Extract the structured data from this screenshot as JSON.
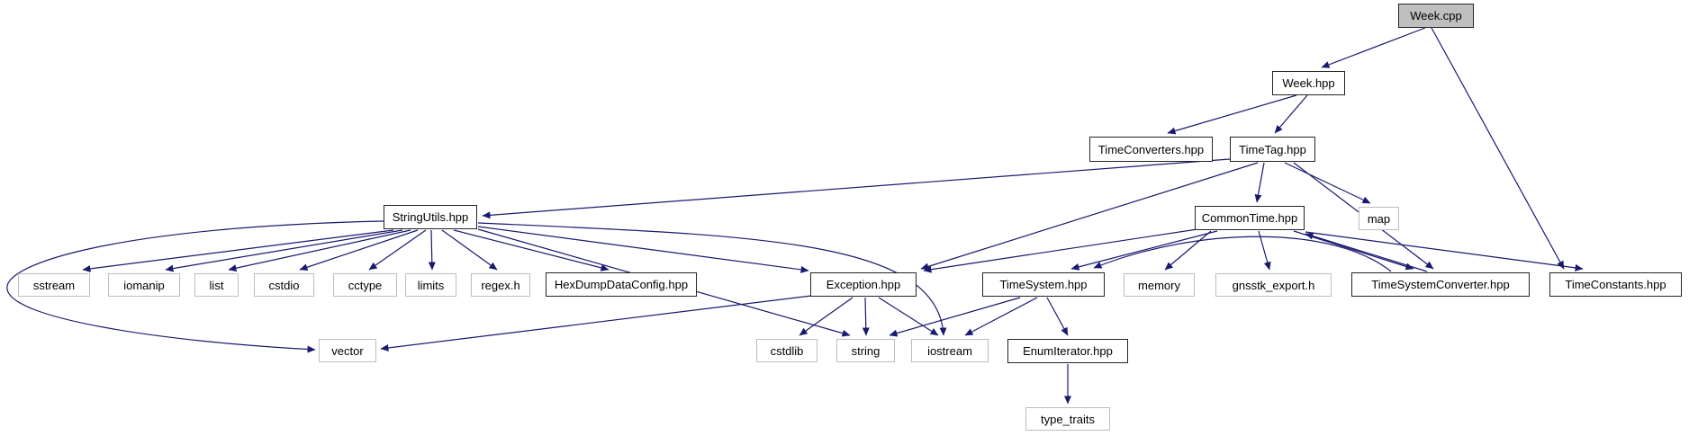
{
  "diagram": {
    "type": "include-dependency-graph",
    "colors": {
      "edge": "#191970",
      "root_fill": "#bfbfbf",
      "internal_border": "#242424",
      "external_border": "#bdbdbd",
      "background": "#ffffff"
    },
    "nodes": [
      {
        "id": "week_cpp",
        "label": "Week.cpp",
        "type": "root"
      },
      {
        "id": "week_hpp",
        "label": "Week.hpp",
        "type": "internal"
      },
      {
        "id": "timeconverters",
        "label": "TimeConverters.hpp",
        "type": "internal"
      },
      {
        "id": "timetag",
        "label": "TimeTag.hpp",
        "type": "internal"
      },
      {
        "id": "stringutils",
        "label": "StringUtils.hpp",
        "type": "internal"
      },
      {
        "id": "commontime",
        "label": "CommonTime.hpp",
        "type": "internal"
      },
      {
        "id": "map",
        "label": "map",
        "type": "external"
      },
      {
        "id": "sstream",
        "label": "sstream",
        "type": "external"
      },
      {
        "id": "iomanip",
        "label": "iomanip",
        "type": "external"
      },
      {
        "id": "list",
        "label": "list",
        "type": "external"
      },
      {
        "id": "cstdio",
        "label": "cstdio",
        "type": "external"
      },
      {
        "id": "cctype",
        "label": "cctype",
        "type": "external"
      },
      {
        "id": "limits",
        "label": "limits",
        "type": "external"
      },
      {
        "id": "regex_h",
        "label": "regex.h",
        "type": "external"
      },
      {
        "id": "hexdump",
        "label": "HexDumpDataConfig.hpp",
        "type": "internal"
      },
      {
        "id": "exception",
        "label": "Exception.hpp",
        "type": "internal"
      },
      {
        "id": "timesystem",
        "label": "TimeSystem.hpp",
        "type": "internal"
      },
      {
        "id": "memory",
        "label": "memory",
        "type": "external"
      },
      {
        "id": "gnsstk_export",
        "label": "gnsstk_export.h",
        "type": "external"
      },
      {
        "id": "tsconverter",
        "label": "TimeSystemConverter.hpp",
        "type": "internal"
      },
      {
        "id": "timeconstants",
        "label": "TimeConstants.hpp",
        "type": "internal"
      },
      {
        "id": "vector",
        "label": "vector",
        "type": "external"
      },
      {
        "id": "cstdlib",
        "label": "cstdlib",
        "type": "external"
      },
      {
        "id": "string",
        "label": "string",
        "type": "external"
      },
      {
        "id": "iostream",
        "label": "iostream",
        "type": "external"
      },
      {
        "id": "enumiterator",
        "label": "EnumIterator.hpp",
        "type": "internal"
      },
      {
        "id": "type_traits",
        "label": "type_traits",
        "type": "external"
      }
    ],
    "edges": [
      {
        "from": "week_cpp",
        "to": "week_hpp"
      },
      {
        "from": "week_cpp",
        "to": "timeconstants"
      },
      {
        "from": "week_hpp",
        "to": "timeconverters"
      },
      {
        "from": "week_hpp",
        "to": "timetag"
      },
      {
        "from": "timetag",
        "to": "stringutils"
      },
      {
        "from": "timetag",
        "to": "commontime"
      },
      {
        "from": "timetag",
        "to": "map"
      },
      {
        "from": "timetag",
        "to": "exception"
      },
      {
        "from": "timetag",
        "to": "tsconverter"
      },
      {
        "from": "commontime",
        "to": "exception"
      },
      {
        "from": "commontime",
        "to": "timesystem"
      },
      {
        "from": "commontime",
        "to": "memory"
      },
      {
        "from": "commontime",
        "to": "gnsstk_export"
      },
      {
        "from": "commontime",
        "to": "tsconverter"
      },
      {
        "from": "tsconverter",
        "to": "commontime"
      },
      {
        "from": "tsconverter",
        "to": "timesystem"
      },
      {
        "from": "commontime",
        "to": "timeconstants"
      },
      {
        "from": "timesystem",
        "to": "string"
      },
      {
        "from": "timesystem",
        "to": "iostream"
      },
      {
        "from": "timesystem",
        "to": "enumiterator"
      },
      {
        "from": "enumiterator",
        "to": "type_traits"
      },
      {
        "from": "exception",
        "to": "cstdlib"
      },
      {
        "from": "exception",
        "to": "string"
      },
      {
        "from": "exception",
        "to": "iostream"
      },
      {
        "from": "exception",
        "to": "vector"
      },
      {
        "from": "stringutils",
        "to": "sstream"
      },
      {
        "from": "stringutils",
        "to": "iomanip"
      },
      {
        "from": "stringutils",
        "to": "list"
      },
      {
        "from": "stringutils",
        "to": "cstdio"
      },
      {
        "from": "stringutils",
        "to": "cctype"
      },
      {
        "from": "stringutils",
        "to": "limits"
      },
      {
        "from": "stringutils",
        "to": "regex_h"
      },
      {
        "from": "stringutils",
        "to": "hexdump"
      },
      {
        "from": "stringutils",
        "to": "exception"
      },
      {
        "from": "stringutils",
        "to": "string"
      },
      {
        "from": "stringutils",
        "to": "iostream"
      },
      {
        "from": "stringutils",
        "to": "vector"
      }
    ]
  }
}
